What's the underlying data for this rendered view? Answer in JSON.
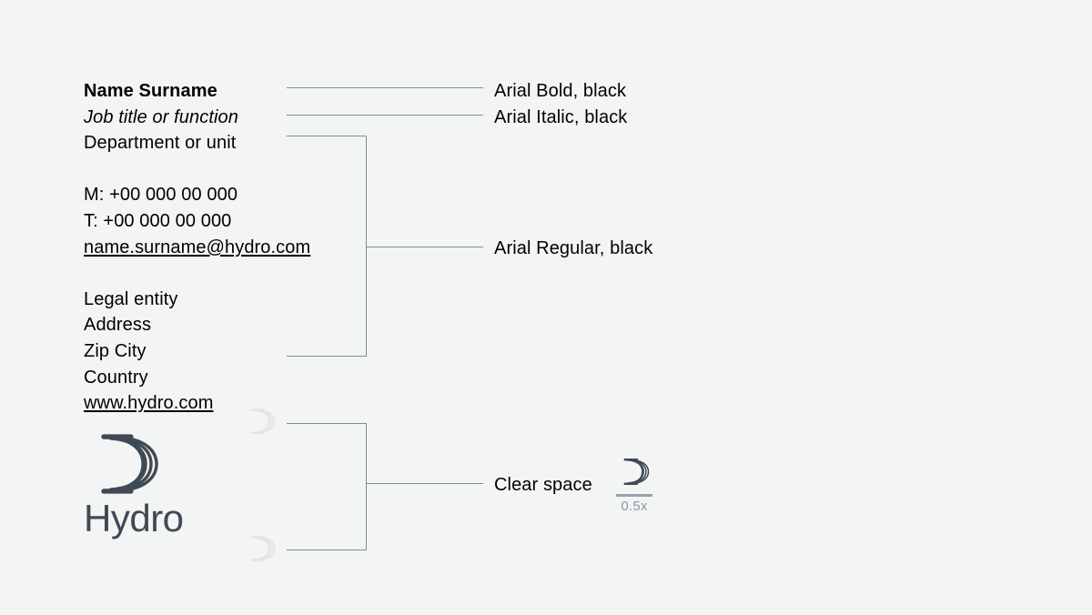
{
  "page": {
    "background_color": "#f3f4f4",
    "line_color": "#7d8d9c",
    "text_color": "#000000",
    "logo_color": "#3f4a54",
    "ghost_color": "#e2e4e5",
    "marker_color": "#8d98a3"
  },
  "signature": {
    "name": "Name Surname",
    "job_title": "Job title or function",
    "department": "Department or unit",
    "mobile": "M: +00 000 00 000",
    "telephone": "T: +00 000 00 000",
    "email": "name.surname@hydro.com",
    "legal_entity": "Legal entity",
    "address": "Address",
    "zip_city": "Zip City",
    "country": "Country",
    "website": "www.hydro.com"
  },
  "annotations": {
    "bold": "Arial Bold, black",
    "italic": "Arial Italic, black",
    "regular": "Arial Regular, black",
    "clear_space": "Clear space"
  },
  "logo": {
    "wordmark": "Hydro",
    "mark_name": "hydro-crescent-mark"
  },
  "clear_space_marker": {
    "ratio": "0.5x"
  }
}
